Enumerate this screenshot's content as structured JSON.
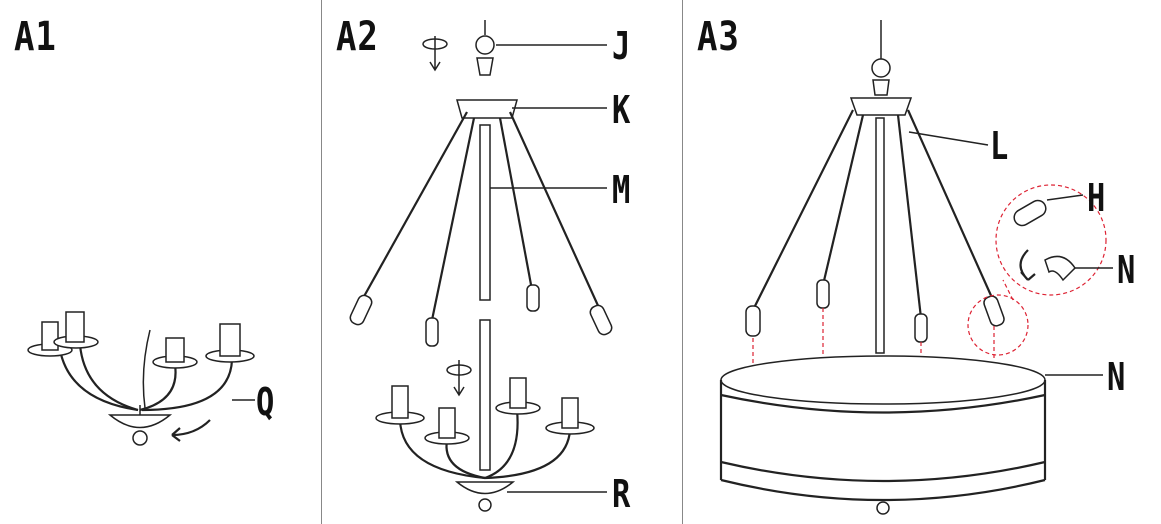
{
  "panels": [
    {
      "title": "A1",
      "callouts": [
        "Q"
      ]
    },
    {
      "title": "A2",
      "callouts": [
        "J",
        "K",
        "M",
        "R"
      ]
    },
    {
      "title": "A3",
      "callouts": [
        "L",
        "H",
        "N",
        "N"
      ]
    }
  ]
}
